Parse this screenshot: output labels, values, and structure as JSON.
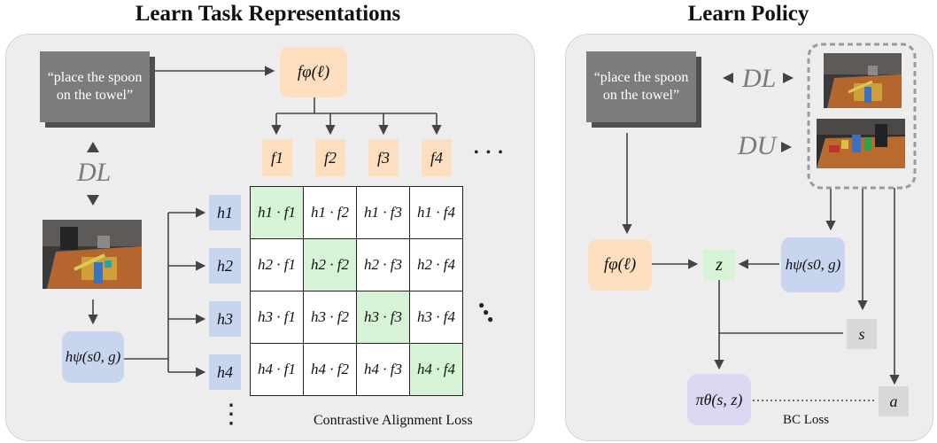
{
  "titles": {
    "left": "Learn Task Representations",
    "right": "Learn Policy"
  },
  "instruction": "“place the spoon on the towel”",
  "lang_encoder": "fφ(ℓ)",
  "goal_encoder": "hψ(s0, g)",
  "dataset_labeled": "DL",
  "dataset_unlabeled": "DU",
  "f_labels": [
    "f1",
    "f2",
    "f3",
    "f4"
  ],
  "h_labels": [
    "h1",
    "h2",
    "h3",
    "h4"
  ],
  "matrix": [
    [
      "h1 · f1",
      "h1 · f2",
      "h1 · f3",
      "h1 · f4"
    ],
    [
      "h2 · f1",
      "h2 · f2",
      "h2 · f3",
      "h2 · f4"
    ],
    [
      "h3 · f1",
      "h3 · f2",
      "h3 · f3",
      "h3 · f4"
    ],
    [
      "h4 · f1",
      "h4 · f2",
      "h4 · f3",
      "h4 · f4"
    ]
  ],
  "contrastive_loss": "Contrastive Alignment Loss",
  "z_label": "z",
  "s_label": "s",
  "a_label": "a",
  "policy": "πθ(s, z)",
  "bc_loss": "BC Loss",
  "ellipsis_h": "• • •",
  "ellipsis_v": "⋮",
  "colors": {
    "lang": "#fddfc0",
    "goal": "#c8d5ee",
    "match": "#d6f3d6",
    "policy": "#dcd7f2",
    "panel": "#ededed"
  }
}
